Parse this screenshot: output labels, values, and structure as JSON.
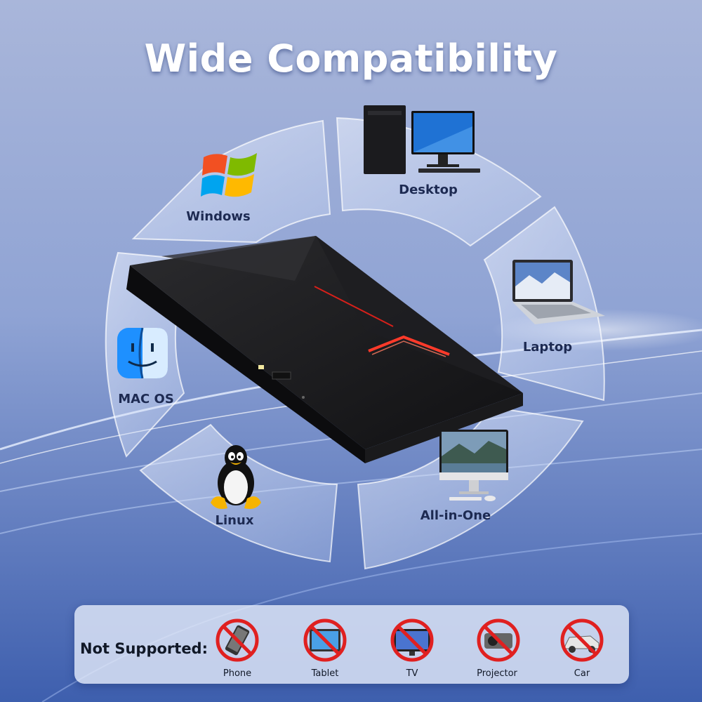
{
  "title": "Wide Compatibility",
  "supported": [
    {
      "id": "windows",
      "label": "Windows",
      "icon": "windows-logo-icon"
    },
    {
      "id": "desktop",
      "label": "Desktop",
      "icon": "desktop-computer-icon"
    },
    {
      "id": "laptop",
      "label": "Laptop",
      "icon": "laptop-icon"
    },
    {
      "id": "mac",
      "label": "MAC OS",
      "icon": "macos-finder-icon"
    },
    {
      "id": "linux",
      "label": "Linux",
      "icon": "linux-tux-icon"
    },
    {
      "id": "allinone",
      "label": "All-in-One",
      "icon": "all-in-one-computer-icon"
    }
  ],
  "not_supported": {
    "title": "Not Supported:",
    "items": [
      {
        "label": "Phone",
        "icon": "phone-prohibited-icon"
      },
      {
        "label": "Tablet",
        "icon": "tablet-prohibited-icon"
      },
      {
        "label": "TV",
        "icon": "tv-prohibited-icon"
      },
      {
        "label": "Projector",
        "icon": "projector-prohibited-icon"
      },
      {
        "label": "Car",
        "icon": "car-prohibited-icon"
      }
    ]
  },
  "colors": {
    "background": "#7d93c9",
    "prohibit_red": "#e02020",
    "label_text": "#1d2a52",
    "drive_accent": "#d8201a"
  }
}
